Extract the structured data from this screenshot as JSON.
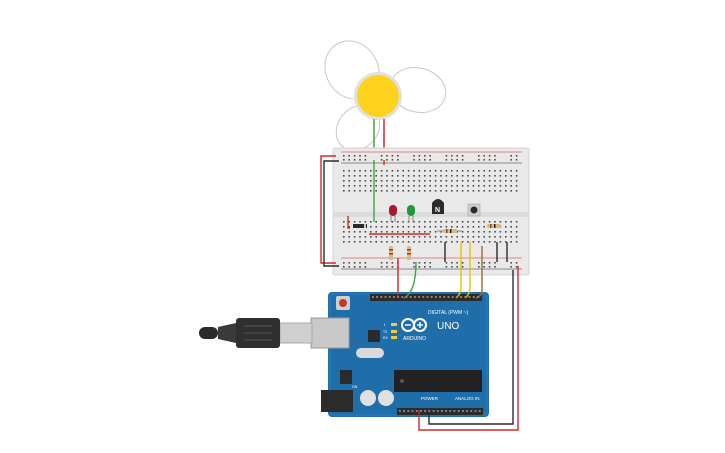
{
  "board": {
    "brand": "ARDUINO",
    "model": "UNO",
    "digital_label": "DIGITAL (PWM ~)",
    "power_label": "POWER",
    "analog_label": "ANALOG IN",
    "tx_label": "TX",
    "rx_label": "RX",
    "l_label": "L",
    "on_label": "ON"
  },
  "components": {
    "transistor_label": "N"
  },
  "colors": {
    "breadboard": "#e9e9e9",
    "board": "#1f6da9",
    "fan_hub": "#fcd21d",
    "wire_red": "#d42828",
    "wire_black": "#2b2b2b",
    "wire_green": "#3aa83a",
    "wire_yellow": "#e6c200",
    "wire_brown": "#9a6a2e",
    "led_red": "#a8192e",
    "led_green": "#1f9a3a"
  },
  "icons": [
    "usb-cable-icon",
    "fan-icon",
    "led-icon",
    "transistor-icon",
    "pushbutton-icon",
    "resistor-icon",
    "arduino-logo-icon"
  ]
}
